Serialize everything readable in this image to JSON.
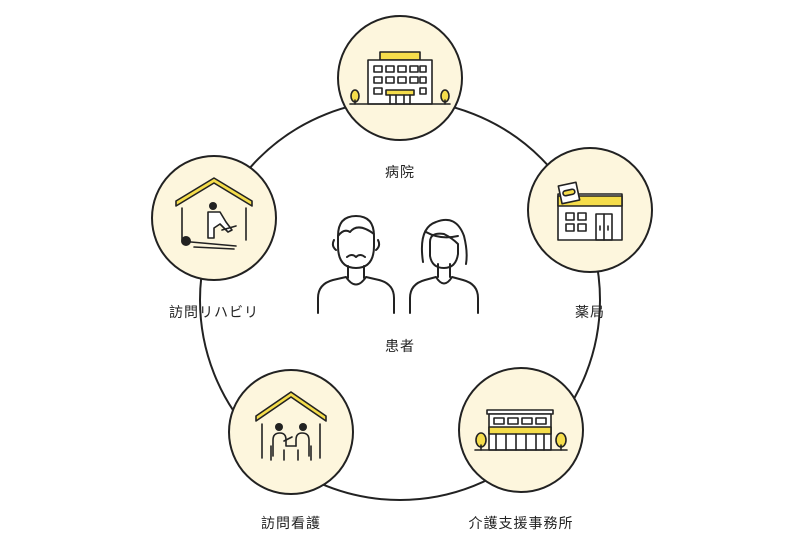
{
  "diagram": {
    "center_label": "患者",
    "nodes": [
      {
        "id": "hospital",
        "label": "病院",
        "icon": "hospital-building-icon"
      },
      {
        "id": "pharmacy",
        "label": "薬局",
        "icon": "pharmacy-store-icon"
      },
      {
        "id": "care-office",
        "label": "介護支援事務所",
        "icon": "care-support-office-icon"
      },
      {
        "id": "home-nursing",
        "label": "訪問看護",
        "icon": "home-nursing-visit-icon"
      },
      {
        "id": "home-rehab",
        "label": "訪問リハビリ",
        "icon": "home-rehabilitation-icon"
      }
    ],
    "colors": {
      "node_fill": "#fdf6dd",
      "accent_yellow": "#f5dd4b",
      "line": "#222222"
    }
  }
}
